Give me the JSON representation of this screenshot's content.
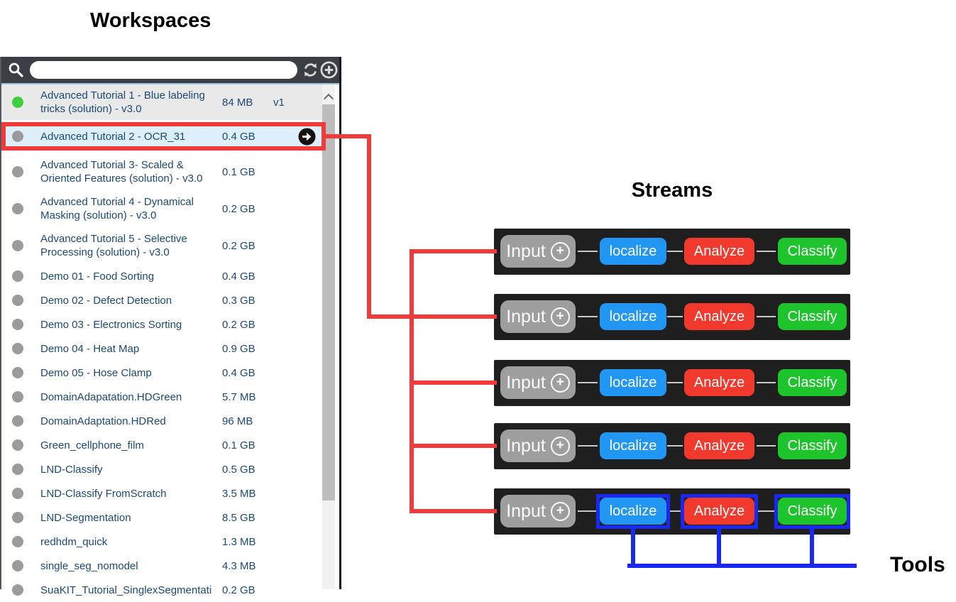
{
  "title": "Workspaces",
  "tools_label": "Tools",
  "panel": {
    "search": {
      "placeholder": "",
      "value": ""
    },
    "buttons": {
      "refresh": "refresh",
      "add": "add"
    },
    "workspaces": [
      {
        "name": "Advanced Tutorial 1 - Blue labeling tricks (solution) - v3.0",
        "size": "84 MB",
        "version": "v1",
        "status": "active",
        "selected": false,
        "arrow": false
      },
      {
        "name": "Advanced Tutorial 2 - OCR_31",
        "size": "0.4 GB",
        "version": "",
        "status": "inactive",
        "selected": true,
        "arrow": true
      },
      {
        "name": "Advanced Tutorial 3- Scaled & Oriented Features (solution) - v3.0",
        "size": "0.1 GB",
        "version": "",
        "status": "inactive",
        "selected": false,
        "arrow": false
      },
      {
        "name": "Advanced Tutorial 4 - Dynamical Masking (solution) - v3.0",
        "size": "0.2 GB",
        "version": "",
        "status": "inactive",
        "selected": false,
        "arrow": false
      },
      {
        "name": "Advanced Tutorial 5 - Selective Processing (solution) - v3.0",
        "size": "0.2 GB",
        "version": "",
        "status": "inactive",
        "selected": false,
        "arrow": false
      },
      {
        "name": "Demo 01 - Food Sorting",
        "size": "0.4 GB",
        "version": "",
        "status": "inactive",
        "selected": false,
        "arrow": false
      },
      {
        "name": "Demo 02 - Defect Detection",
        "size": "0.3 GB",
        "version": "",
        "status": "inactive",
        "selected": false,
        "arrow": false
      },
      {
        "name": "Demo 03 - Electronics Sorting",
        "size": "0.2 GB",
        "version": "",
        "status": "inactive",
        "selected": false,
        "arrow": false
      },
      {
        "name": "Demo 04 - Heat Map",
        "size": "0.9 GB",
        "version": "",
        "status": "inactive",
        "selected": false,
        "arrow": false
      },
      {
        "name": "Demo 05 - Hose Clamp",
        "size": "0.4 GB",
        "version": "",
        "status": "inactive",
        "selected": false,
        "arrow": false
      },
      {
        "name": "DomainAdapatation.HDGreen",
        "size": "5.7 MB",
        "version": "",
        "status": "inactive",
        "selected": false,
        "arrow": false
      },
      {
        "name": "DomainAdaptation.HDRed",
        "size": "96 MB",
        "version": "",
        "status": "inactive",
        "selected": false,
        "arrow": false
      },
      {
        "name": "Green_cellphone_film",
        "size": "0.1 GB",
        "version": "",
        "status": "inactive",
        "selected": false,
        "arrow": false
      },
      {
        "name": "LND-Classify",
        "size": "0.5 GB",
        "version": "",
        "status": "inactive",
        "selected": false,
        "arrow": false
      },
      {
        "name": "LND-Classify FromScratch",
        "size": "3.5 MB",
        "version": "",
        "status": "inactive",
        "selected": false,
        "arrow": false
      },
      {
        "name": "LND-Segmentation",
        "size": "8.5 GB",
        "version": "",
        "status": "inactive",
        "selected": false,
        "arrow": false
      },
      {
        "name": "redhdm_quick",
        "size": "1.3 MB",
        "version": "",
        "status": "inactive",
        "selected": false,
        "arrow": false
      },
      {
        "name": "single_seg_nomodel",
        "size": "4.3 MB",
        "version": "",
        "status": "inactive",
        "selected": false,
        "arrow": false
      },
      {
        "name": "SuaKIT_Tutorial_SinglexSegmentati",
        "size": "0.2 GB",
        "version": "",
        "status": "inactive",
        "selected": false,
        "arrow": false
      }
    ]
  },
  "streams": {
    "title": "Streams",
    "row_count": 5,
    "input_label": "Input",
    "tools": [
      {
        "label": "localize",
        "color": "#2196f3"
      },
      {
        "label": "Analyze",
        "color": "#f2392e"
      },
      {
        "label": "Classify",
        "color": "#1ec42c"
      }
    ],
    "annotated_row": 5
  },
  "colors": {
    "annotation_red": "#f13b3b",
    "annotation_blue": "#1b29ee",
    "header": "#3b3e44",
    "bar": "#1f1f1f",
    "input_gray": "#9e9e9e",
    "selected_bg": "#ddeffb",
    "first_row_bg": "#e9e9e9",
    "text": "#1b4976",
    "dot_active": "#3ece3e",
    "dot_inactive": "#9b9b9b",
    "tool_blue": "#2196f3",
    "tool_red": "#f2392e",
    "tool_green": "#1ec42c"
  }
}
